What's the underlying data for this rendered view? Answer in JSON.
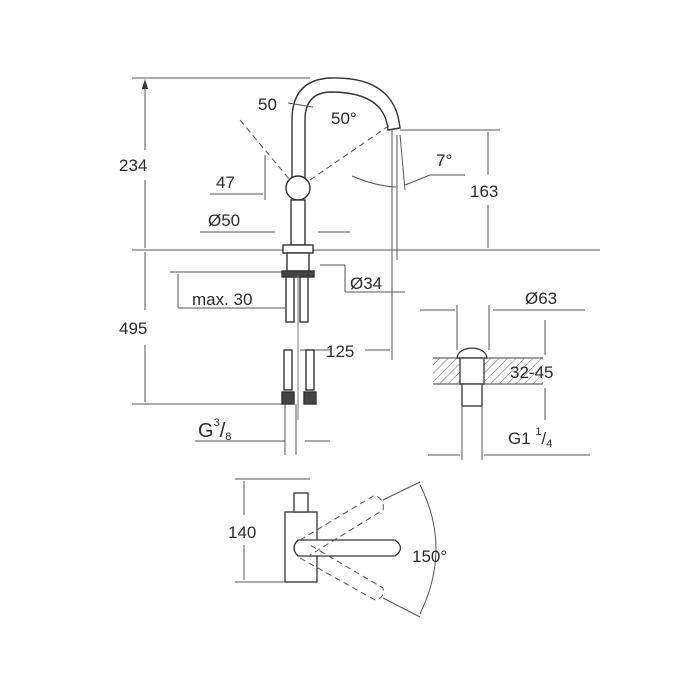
{
  "drawing": {
    "title": "Basin mixer technical dimension drawing",
    "stroke_color": "#3a3a3a",
    "dim_color": "#555555",
    "background": "#ffffff"
  },
  "dimensions": {
    "total_height": "234",
    "lever_angle_left": "50",
    "lever_angle_right": "50°",
    "spout_angle": "7°",
    "spout_height": "163",
    "lever_offset": "47",
    "body_diameter": "Ø50",
    "hole_diameter": "Ø34",
    "max_deck_thickness": "max. 30",
    "hose_length": "495",
    "spout_reach": "125",
    "connection_thread_base": "G",
    "connection_thread_num": "3",
    "connection_thread_den": "8",
    "drain_diameter": "Ø63",
    "drain_range": "32-45",
    "drain_thread_base": "G1",
    "drain_thread_num": "1",
    "drain_thread_den": "4",
    "top_view_depth": "140",
    "rotation_angle": "150°"
  }
}
